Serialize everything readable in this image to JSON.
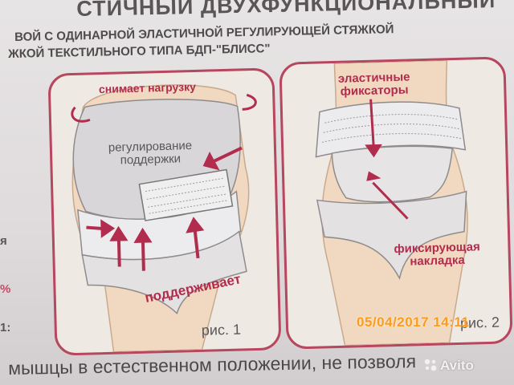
{
  "heading": "СТИЧНЫЙ ДВУХФУНКЦИОНАЛЬНЫЙ",
  "sublines": [
    "ВОЙ С ОДИНАРНОЙ ЭЛАСТИЧНОЙ РЕГУЛИРУЮЩЕЙ СТЯЖКОЙ",
    "ЖКОЙ ТЕКСТИЛЬНОГО ТИПА БДП-\"БЛИСС\""
  ],
  "left_edge_text": [
    "я",
    "%",
    "1:"
  ],
  "figure1": {
    "label_top": "снимает нагрузку",
    "label_middle": "регулирование\nподдержки",
    "label_bottom": "поддерживает",
    "caption": "рис. 1"
  },
  "figure2": {
    "label_top": "эластичные\nфиксаторы",
    "label_bottom": "фиксирующая\nнакладка",
    "caption": "рис. 2"
  },
  "bottom_text": "мышцы в естественном положении, не позволя",
  "timestamp": "05/04/2017  14:11",
  "watermark": "Avito",
  "colors": {
    "accent_pink": "#b22c4e",
    "panel_border": "#b7465f",
    "skin": "#f0d9c0",
    "belt": "#e8e4e3",
    "stamp": "#ff9a1a"
  }
}
